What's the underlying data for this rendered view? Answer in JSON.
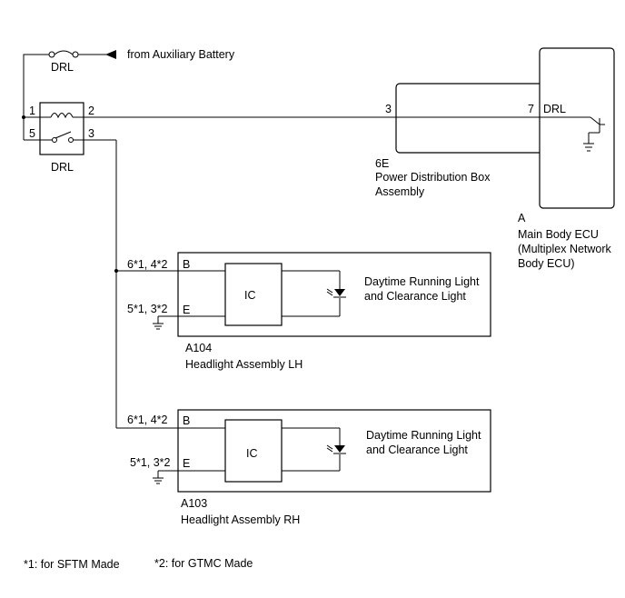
{
  "diagram": {
    "relay": {
      "fuse_label": "DRL",
      "source_label": "from Auxiliary Battery",
      "name": "DRL",
      "pins": {
        "p1": "1",
        "p2": "2",
        "p3": "3",
        "p5": "5"
      }
    },
    "pdb": {
      "pin": "3",
      "code": "6E",
      "name_line1": "Power Distribution Box",
      "name_line2": "Assembly"
    },
    "ecu": {
      "pin": "7",
      "pin_label": "DRL",
      "code": "A",
      "name_line1": "Main Body ECU",
      "name_line2": "(Multiplex Network",
      "name_line3": "Body ECU)"
    },
    "headlight_lh": {
      "pin_b_num": "6*1, 4*2",
      "pin_b": "B",
      "pin_e_num": "5*1, 3*2",
      "pin_e": "E",
      "ic": "IC",
      "light_line1": "Daytime Running Light",
      "light_line2": "and Clearance Light",
      "code": "A104",
      "name": "Headlight Assembly LH"
    },
    "headlight_rh": {
      "pin_b_num": "6*1, 4*2",
      "pin_b": "B",
      "pin_e_num": "5*1, 3*2",
      "pin_e": "E",
      "ic": "IC",
      "light_line1": "Daytime Running Light",
      "light_line2": "and Clearance Light",
      "code": "A103",
      "name": "Headlight Assembly RH"
    },
    "footnotes": {
      "n1": "*1: for SFTM Made",
      "n2": "*2: for GTMC Made"
    }
  }
}
